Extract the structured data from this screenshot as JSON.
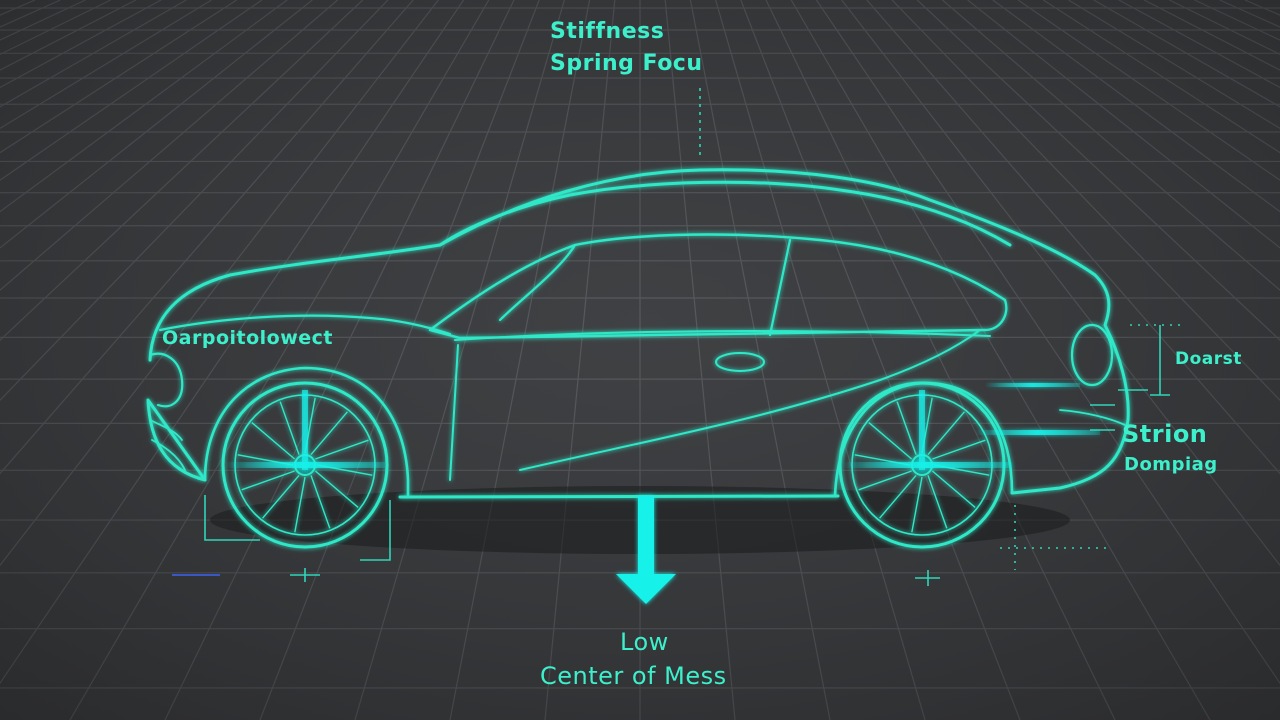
{
  "labels": {
    "top_line1": "Stiffness",
    "top_line2": "Spring Focu",
    "left_label": "Oarpoitolowect",
    "right_top": "Doarst",
    "right_mid": "Strion",
    "right_bottom": "Dompiag",
    "bottom_line1": "Low",
    "bottom_line2": "Center of Mess"
  },
  "colors": {
    "background": "#3a3b3d",
    "grid": "#6c6e72",
    "wireframe": "#2fe8c8",
    "accent": "#17f1e9",
    "text": "#3cf0cc"
  },
  "icons": {
    "arrow": "down-arrow-icon"
  }
}
